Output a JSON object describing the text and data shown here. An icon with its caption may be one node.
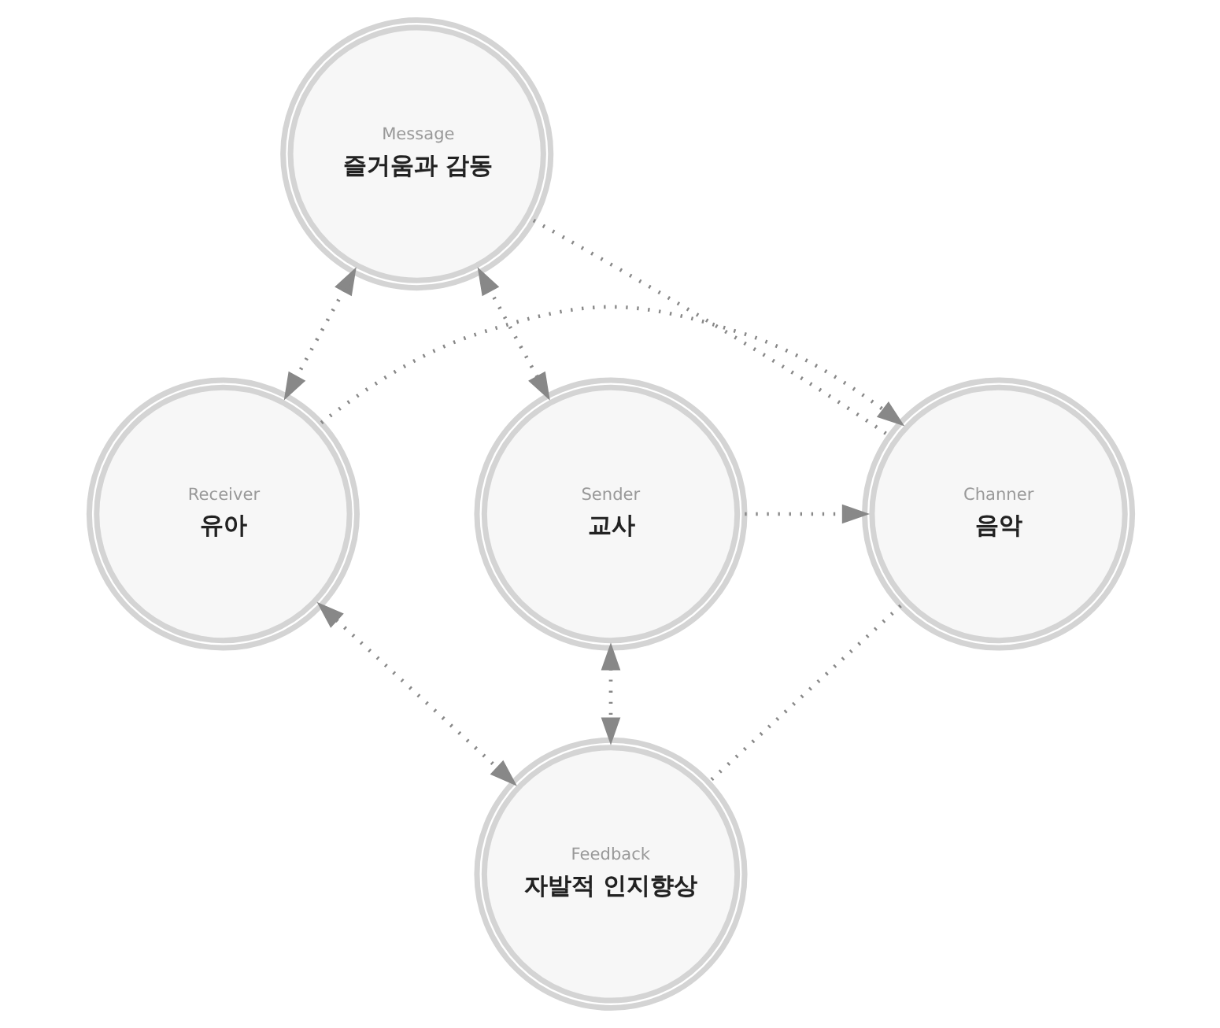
{
  "diagram": {
    "nodes": [
      {
        "text": [
          "Message",
          "즐거움과 감동"
        ]
      },
      {
        "text": [
          "Sender",
          "교사"
        ]
      },
      {
        "text": [
          "Channer",
          "음악"
        ]
      },
      {
        "text": [
          "Receiver",
          "유아"
        ]
      },
      {
        "text": [
          "Feedback",
          "자발적 인지향상"
        ]
      }
    ],
    "edges": [
      {
        "from": 1,
        "to": 0,
        "arrow": "both"
      },
      {
        "from": 0,
        "to": 3,
        "arrow": "both"
      },
      {
        "from": 1,
        "to": 2,
        "arrow": "to"
      },
      {
        "from": 3,
        "to": 2,
        "arrow": "to"
      },
      {
        "from": 0,
        "to": 2,
        "arrow": "none"
      },
      {
        "from": 2,
        "to": 4,
        "arrow": "none"
      },
      {
        "from": 1,
        "to": 4,
        "arrow": "both"
      },
      {
        "from": 3,
        "to": 4,
        "arrow": "both"
      }
    ]
  }
}
